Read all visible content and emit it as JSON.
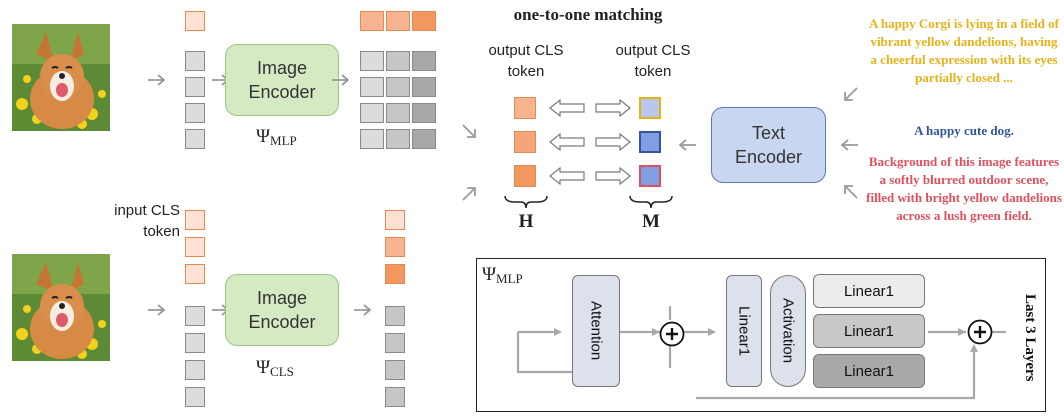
{
  "title": "one-to-one matching",
  "encoders": {
    "image_top": "Image Encoder",
    "image_bottom": "Image Encoder",
    "text": "Text Encoder"
  },
  "psi": {
    "symbol": "Ψ",
    "mlp_sub": "MLP",
    "cls_sub": "CLS"
  },
  "labels": {
    "output_cls_left": "output CLS token",
    "output_cls_right": "output CLS token",
    "input_cls": "input CLS token",
    "H": "H",
    "M": "M"
  },
  "captions": [
    {
      "text": "A happy Corgi is lying in a field of vibrant yellow dandelions, having a cheerful expression with its eyes partially closed ...",
      "color": "#e6b21a"
    },
    {
      "text": "A happy cute dog.",
      "color": "#35549c"
    },
    {
      "text": "Background of this image features a softly blurred outdoor scene, filled with bright yellow dandelions across a lush green field.",
      "color": "#e0505f"
    }
  ],
  "mlp_detail": {
    "attention": "Attention",
    "linear_vert": "Linear1",
    "activation": "Activation",
    "linear_boxes": [
      "Linear1",
      "Linear1",
      "Linear1"
    ],
    "plus": "+",
    "side_label": "Last 3 Layers"
  },
  "colors": {
    "orange": "#e8874e",
    "green_encoder": "#d5e9c3",
    "blue_encoder": "#c9d6ef",
    "m_border_yellow": "#e6b21a",
    "m_border_blue": "#35549c",
    "m_border_red": "#e0505f"
  }
}
